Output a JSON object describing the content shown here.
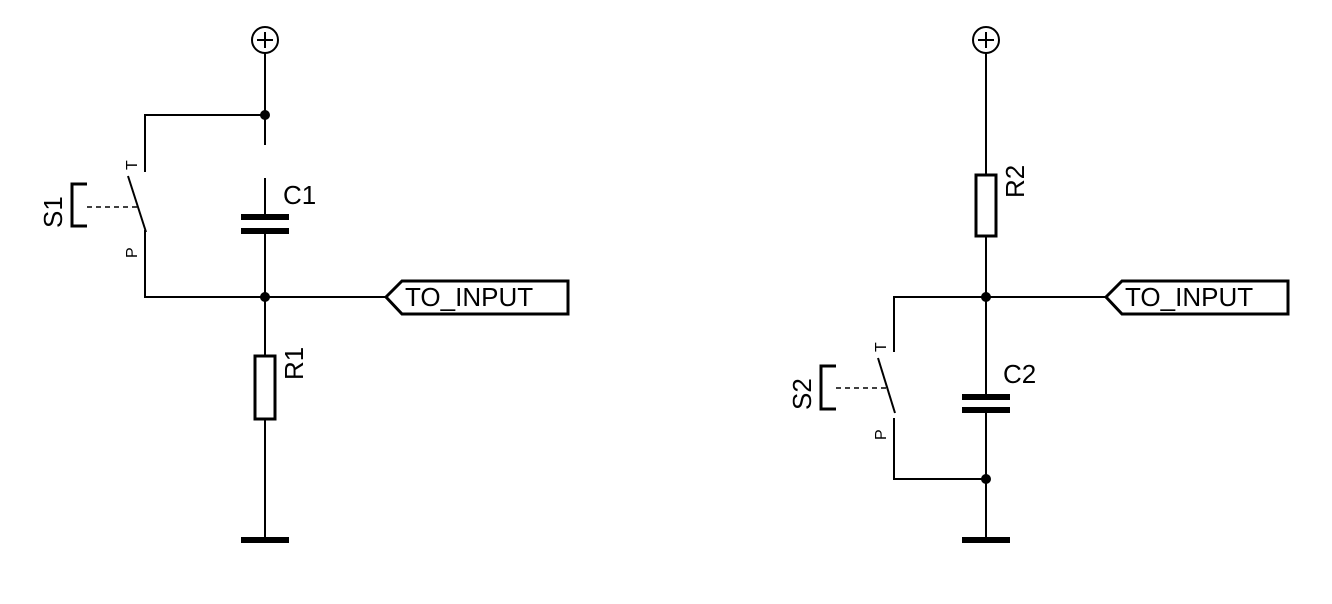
{
  "left": {
    "switch_label": "S1",
    "pin_top": "T",
    "pin_bottom": "P",
    "capacitor_label": "C1",
    "resistor_label": "R1",
    "port_label": "TO_INPUT"
  },
  "right": {
    "switch_label": "S2",
    "pin_top": "T",
    "pin_bottom": "P",
    "capacitor_label": "C2",
    "resistor_label": "R2",
    "port_label": "TO_INPUT"
  },
  "colors": {
    "ink": "#000000",
    "background": "#ffffff"
  },
  "icons": {
    "supply": "plus-circle-icon",
    "ground": "ground-bar-icon"
  }
}
